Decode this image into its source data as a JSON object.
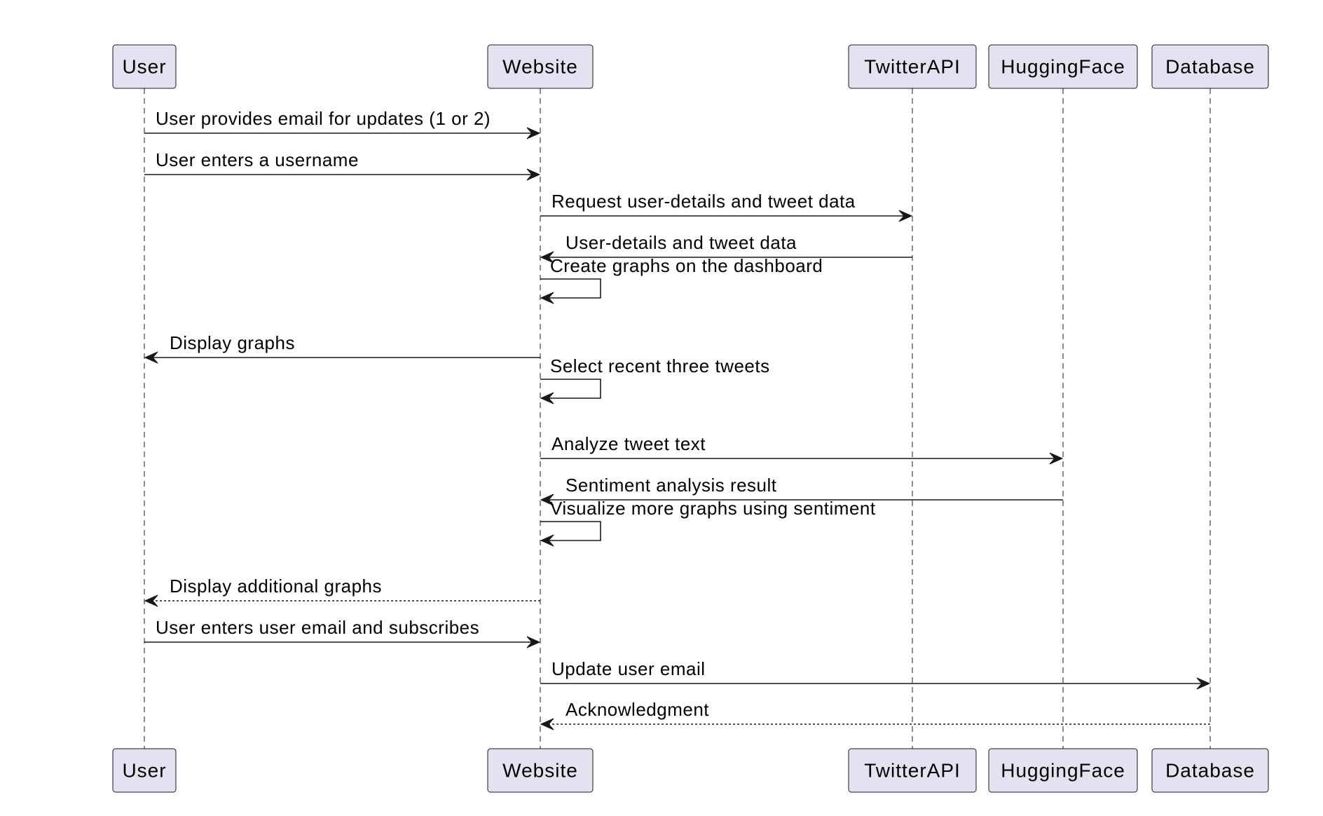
{
  "diagram": {
    "type": "sequence",
    "colors": {
      "participant_fill": "#e2e2f0",
      "line": "#181818",
      "text": "#000000"
    },
    "participants": [
      {
        "id": "user",
        "label": "User"
      },
      {
        "id": "website",
        "label": "Website"
      },
      {
        "id": "twitterapi",
        "label": "TwitterAPI"
      },
      {
        "id": "huggingface",
        "label": "HuggingFace"
      },
      {
        "id": "database",
        "label": "Database"
      }
    ],
    "messages": [
      {
        "from": "user",
        "to": "website",
        "label": "User provides email for updates (1 or 2)",
        "style": "solid"
      },
      {
        "from": "user",
        "to": "website",
        "label": "User enters a username",
        "style": "solid"
      },
      {
        "from": "website",
        "to": "twitterapi",
        "label": "Request user-details and tweet data",
        "style": "solid"
      },
      {
        "from": "twitterapi",
        "to": "website",
        "label": "User-details and tweet data",
        "style": "solid"
      },
      {
        "from": "website",
        "to": "website",
        "label": "Create graphs on the dashboard",
        "style": "solid"
      },
      {
        "from": "website",
        "to": "user",
        "label": "Display graphs",
        "style": "solid"
      },
      {
        "from": "website",
        "to": "website",
        "label": "Select recent three tweets",
        "style": "solid"
      },
      {
        "from": "website",
        "to": "huggingface",
        "label": "Analyze tweet text",
        "style": "solid"
      },
      {
        "from": "huggingface",
        "to": "website",
        "label": "Sentiment analysis result",
        "style": "solid"
      },
      {
        "from": "website",
        "to": "website",
        "label": "Visualize more graphs using sentiment",
        "style": "solid"
      },
      {
        "from": "website",
        "to": "user",
        "label": "Display additional graphs",
        "style": "dotted"
      },
      {
        "from": "user",
        "to": "website",
        "label": "User enters user email and subscribes",
        "style": "solid"
      },
      {
        "from": "website",
        "to": "database",
        "label": "Update user email",
        "style": "solid"
      },
      {
        "from": "database",
        "to": "website",
        "label": "Acknowledgment",
        "style": "dotted"
      }
    ]
  }
}
